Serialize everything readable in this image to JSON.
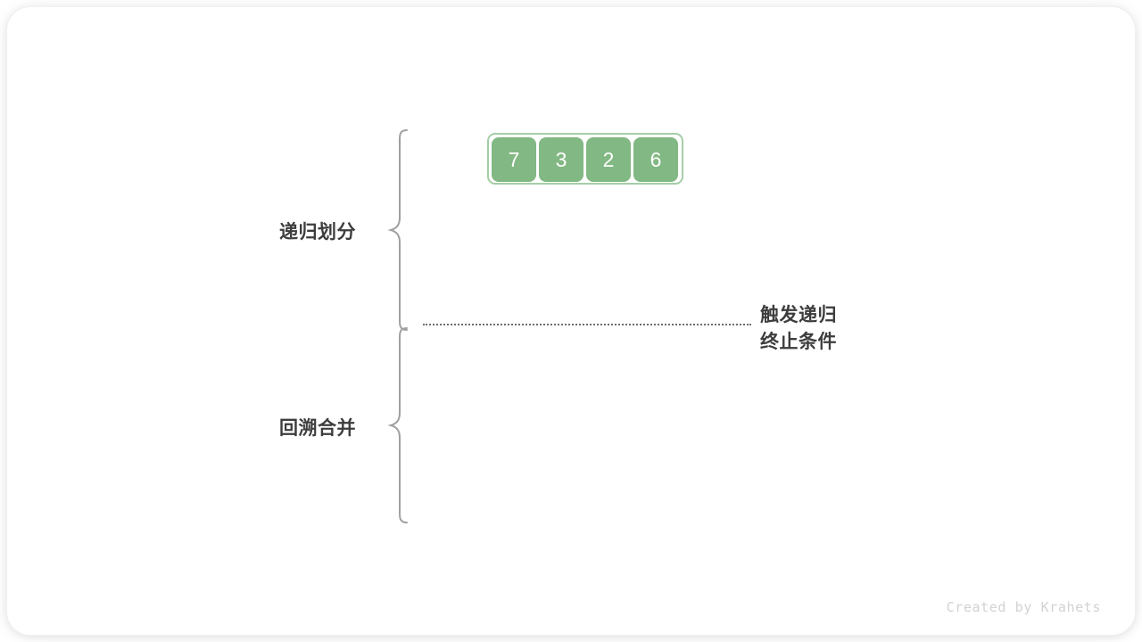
{
  "figure": {
    "title": "",
    "watermark": "Created by Krahets",
    "background_color": "#ffffff",
    "card_color": "#ffffff"
  },
  "array": {
    "name": "input-array",
    "cell_fill": "#82b883",
    "cell_text_color": "#ffffff",
    "outline_color": "#a5cda6",
    "values": [
      "7",
      "3",
      "2",
      "6"
    ]
  },
  "phases": [
    {
      "id": "divide",
      "label": "递归划分",
      "brace_color": "#a0a0a0"
    },
    {
      "id": "merge",
      "label": "回溯合并",
      "brace_color": "#a0a0a0"
    }
  ],
  "separator": {
    "style": "dotted",
    "color": "#6e6e6e"
  },
  "annotation": {
    "line1": "触发递归",
    "line2": "终止条件",
    "color": "#3d3d3d"
  }
}
